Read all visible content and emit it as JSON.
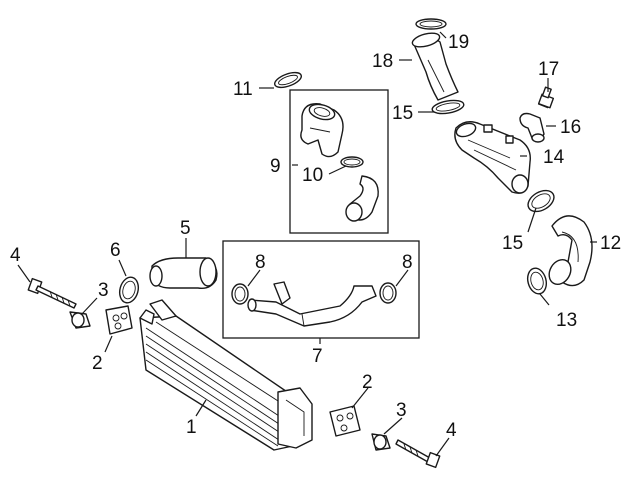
{
  "callouts": {
    "c1": "1",
    "c2a": "2",
    "c2b": "2",
    "c3a": "3",
    "c3b": "3",
    "c4a": "4",
    "c4b": "4",
    "c5": "5",
    "c6": "6",
    "c7": "7",
    "c8a": "8",
    "c8b": "8",
    "c9": "9",
    "c10": "10",
    "c11": "11",
    "c12": "12",
    "c13": "13",
    "c14": "14",
    "c15a": "15",
    "c15b": "15",
    "c16": "16",
    "c17": "17",
    "c18": "18",
    "c19": "19"
  },
  "colors": {
    "line": "#1a1a1a",
    "background": "#ffffff"
  }
}
